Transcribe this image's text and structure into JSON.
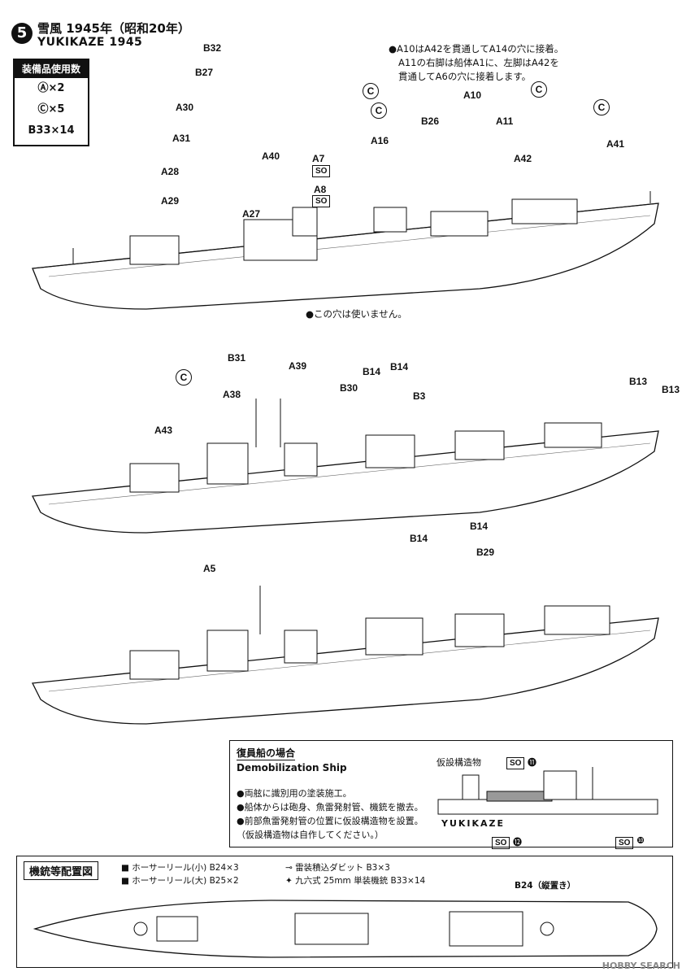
{
  "step": {
    "number": "5",
    "title_jp": "雪風 1945年（昭和20年）",
    "title_en": "YUKIKAZE 1945"
  },
  "parts_box": {
    "heading": "装備品使用数",
    "rows": [
      "Ⓐ×2",
      "Ⓒ×5",
      "B33×14"
    ]
  },
  "top_note": [
    "●A10はA42を貫通してA14の穴に接着。",
    "A11の右脚は船体A1に、左脚はA42を",
    "貫通してA6の穴に接着します。"
  ],
  "labels_1": [
    "B32",
    "B27",
    "A30",
    "A31",
    "A40",
    "A7",
    "A28",
    "A8",
    "A29",
    "A27",
    "A16",
    "A10",
    "B26",
    "A11",
    "A42",
    "A41"
  ],
  "labels_2": [
    "B31",
    "A39",
    "A38",
    "B14",
    "B14",
    "B30",
    "B3",
    "B13",
    "B13",
    "A43",
    "A5",
    "B14",
    "B14",
    "B29"
  ],
  "so_labels": [
    "SO",
    "SO",
    "SO",
    "SO",
    "SO"
  ],
  "circle_c": "C",
  "unused_hole": "●この穴は使いません。",
  "demob": {
    "title": "復員船の場合",
    "subtitle": "Demobilization Ship",
    "notes": [
      "●両舷に識別用の塗装施工。",
      "●船体からは砲身、魚雷発射管、機銃を撤去。",
      "●前部魚雷発射管の位置に仮設構造物を設置。",
      "（仮設構造物は自作してください。）"
    ],
    "struct_label": "仮設構造物",
    "hull_text": "YUKIKAZE",
    "decal_11": "⓫",
    "decal_12": "⓬",
    "decal_10": "❿"
  },
  "gun_layout": {
    "title": "機銃等配置図",
    "legend": [
      "■ ホーサーリール(小) B24×3",
      "■ ホーサーリール(大) B25×2",
      "⊸ 雷装積込ダビット B3×3",
      "✦ 九六式 25mm 単装機銃 B33×14"
    ],
    "b24_label": "B24（縦置き）"
  },
  "watermark": "HOBBY SEARCH"
}
